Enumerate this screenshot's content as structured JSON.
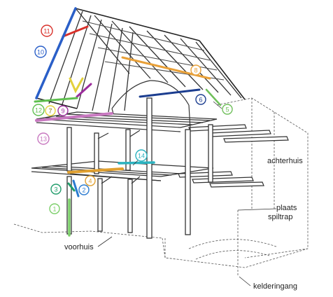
{
  "labels": {
    "achterhuis": "achterhuis",
    "plaats": "plaats",
    "spiltrap": "spiltrap",
    "voorhuis": "voorhuis",
    "kelderingang": "kelderingang"
  },
  "markers": [
    {
      "n": "1",
      "color": "#7ccf6a"
    },
    {
      "n": "2",
      "color": "#2b7bd0"
    },
    {
      "n": "3",
      "color": "#1f9c6a"
    },
    {
      "n": "4",
      "color": "#e0a030"
    },
    {
      "n": "5",
      "color": "#6fbf5a"
    },
    {
      "n": "6",
      "color": "#1b3d8f"
    },
    {
      "n": "7",
      "color": "#e3d13c"
    },
    {
      "n": "8",
      "color": "#e8a038"
    },
    {
      "n": "9",
      "color": "#9c2d9c"
    },
    {
      "n": "10",
      "color": "#2a5fc8"
    },
    {
      "n": "11",
      "color": "#d8302a"
    },
    {
      "n": "12",
      "color": "#5fbf4f"
    },
    {
      "n": "13",
      "color": "#c878c0"
    },
    {
      "n": "14",
      "color": "#2bb3c0"
    }
  ]
}
